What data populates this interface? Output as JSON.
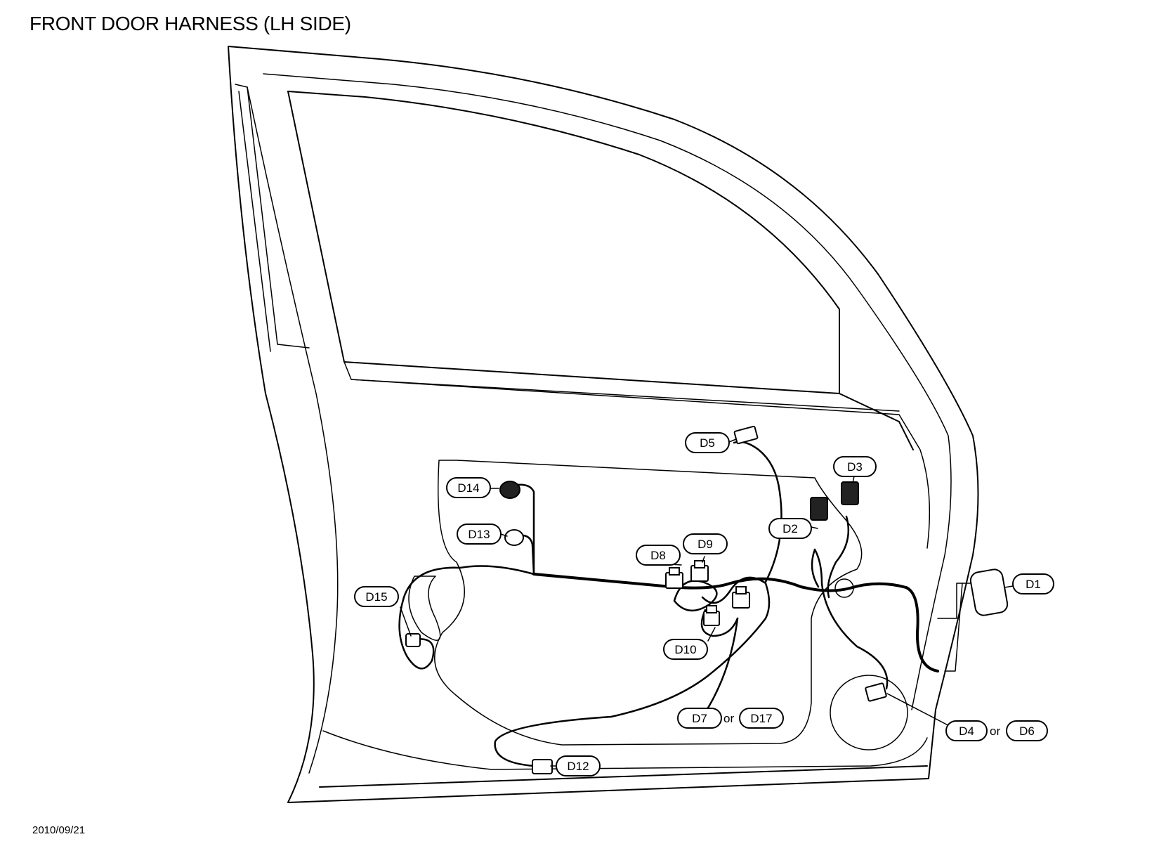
{
  "title": "FRONT DOOR HARNESS (LH SIDE)",
  "date": "2010/09/21",
  "connectors": {
    "D1": "D1",
    "D2": "D2",
    "D3": "D3",
    "D4": "D4",
    "D5": "D5",
    "D6": "D6",
    "D7": "D7",
    "D8": "D8",
    "D9": "D9",
    "D10": "D10",
    "D12": "D12",
    "D13": "D13",
    "D14": "D14",
    "D15": "D15",
    "D17": "D17"
  },
  "alternates": {
    "or1": "or",
    "or2": "or"
  }
}
